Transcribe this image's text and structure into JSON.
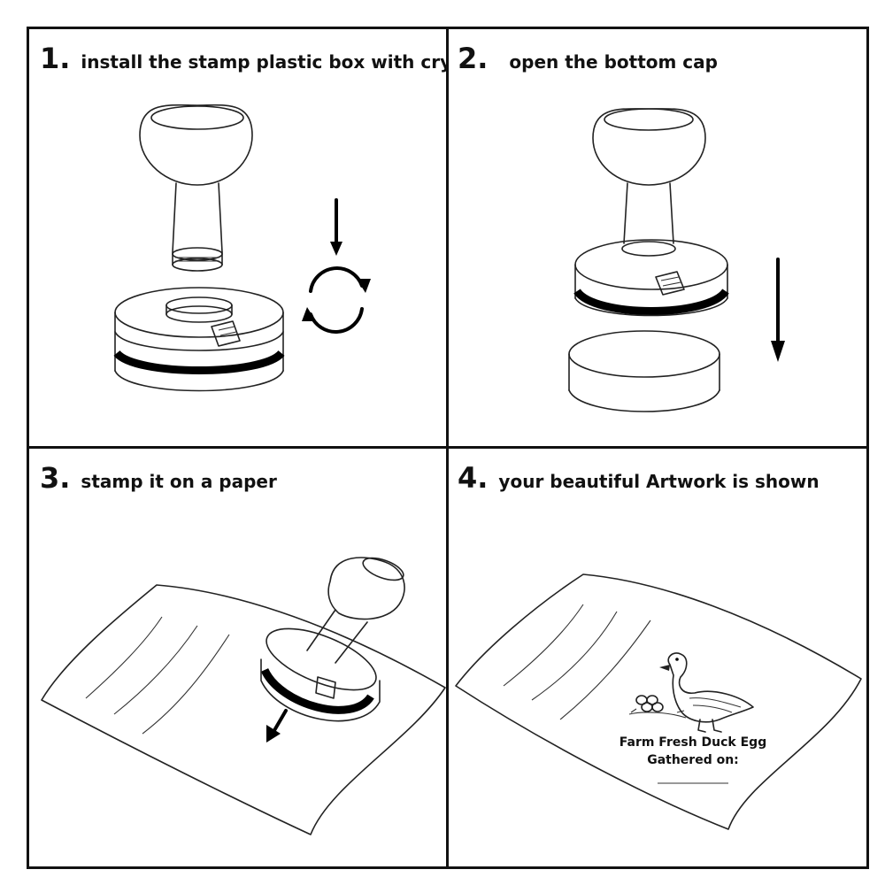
{
  "steps": [
    {
      "number": "1.",
      "caption": "install the stamp plastic box with crystal head"
    },
    {
      "number": "2.",
      "caption": "open the bottom cap"
    },
    {
      "number": "3.",
      "caption": "stamp it on a paper"
    },
    {
      "number": "4.",
      "caption": "your beautiful Artwork is shown"
    }
  ],
  "stamp_impression": {
    "line1": "Farm Fresh Duck Egg",
    "line2": "Gathered on:"
  }
}
